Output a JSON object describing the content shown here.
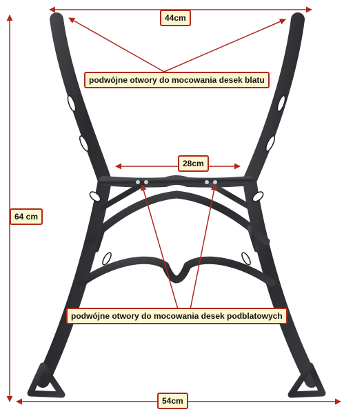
{
  "dimensions": {
    "top_width": "44cm",
    "inner_width": "28cm",
    "height": "64 cm",
    "base_width": "54cm"
  },
  "annotations": {
    "top_holes": "podwójne otwory do mocowania desek blatu",
    "lower_holes": "podwójne otwory do mocowania desek podblatowych"
  },
  "colors": {
    "arrow": "#b0281f",
    "label_bg": "#fdf7d0",
    "iron": "#2e2f31"
  }
}
